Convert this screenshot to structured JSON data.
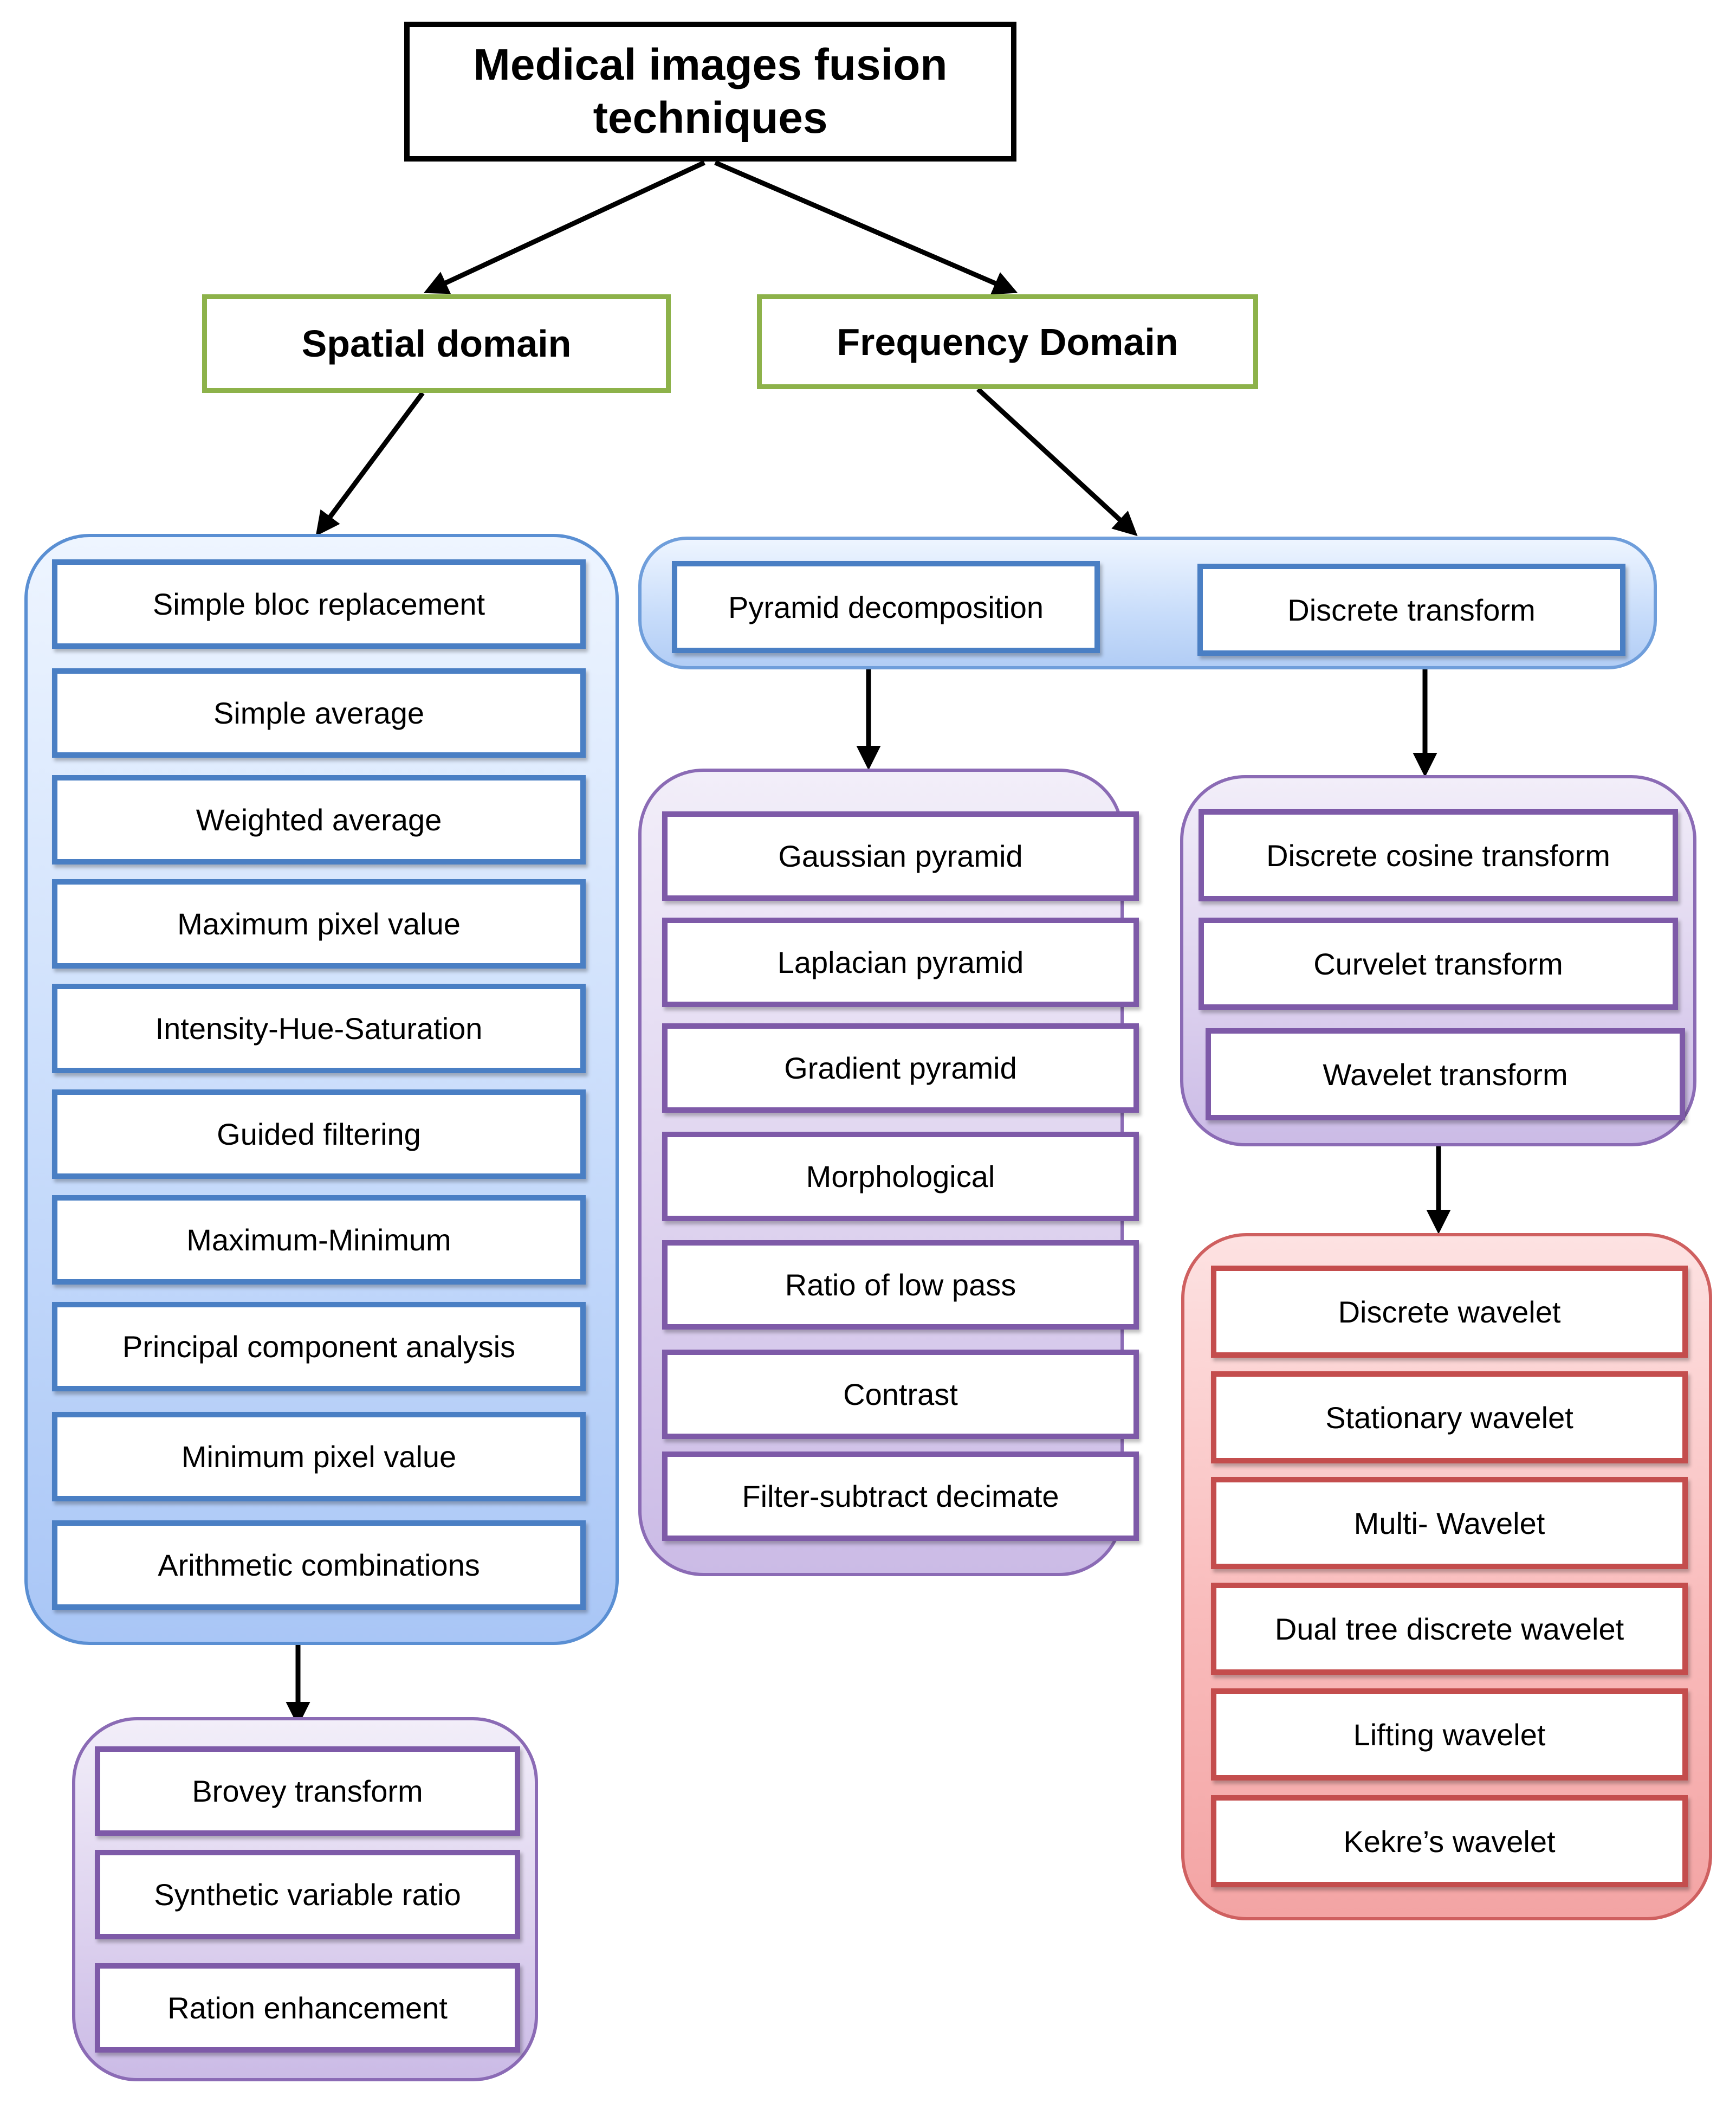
{
  "root": {
    "title": "Medical images fusion techniques"
  },
  "domains": {
    "spatial": "Spatial domain",
    "frequency": "Frequency Domain"
  },
  "spatial_methods": [
    "Simple bloc replacement",
    "Simple average",
    "Weighted average",
    "Maximum pixel value",
    "Intensity-Hue-Saturation",
    "Guided filtering",
    "Maximum-Minimum",
    "Principal component  analysis",
    "Minimum pixel value",
    "Arithmetic combinations"
  ],
  "arithmetic_methods": [
    "Brovey transform",
    "Synthetic variable ratio",
    "Ration enhancement"
  ],
  "frequency_categories": {
    "pyramid": "Pyramid decomposition",
    "discrete": "Discrete transform"
  },
  "pyramid_methods": [
    "Gaussian pyramid",
    "Laplacian pyramid",
    "Gradient pyramid",
    "Morphological",
    "Ratio of low pass",
    "Contrast",
    "Filter-subtract decimate"
  ],
  "discrete_methods": [
    "Discrete cosine transform",
    "Curvelet transform",
    "Wavelet transform"
  ],
  "wavelet_methods": [
    "Discrete wavelet",
    "Stationary wavelet",
    "Multi- Wavelet",
    "Dual tree discrete wavelet",
    "Lifting wavelet",
    "Kekre’s wavelet"
  ]
}
